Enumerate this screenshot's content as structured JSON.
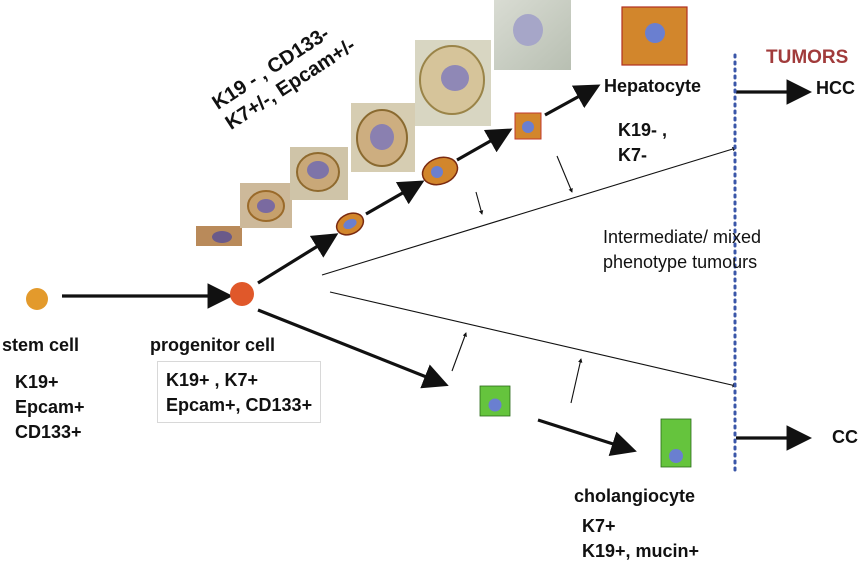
{
  "title": "TUMORS",
  "cells": {
    "stem": {
      "label": "stem cell",
      "markers": [
        "K19+",
        "Epcam+",
        "CD133+"
      ]
    },
    "progenitor": {
      "label": "progenitor cell",
      "markers": [
        "K19+ , K7+",
        "Epcam+, CD133+"
      ]
    },
    "hepatocyte": {
      "label": "Hepatocyte",
      "markers": [
        "K19- ,",
        "K7-"
      ]
    },
    "cholangiocyte": {
      "label": "cholangiocyte",
      "markers": [
        "K7+",
        "K19+, mucin+"
      ]
    }
  },
  "transition_markers": [
    "K19 - , CD133-",
    "K7+/-, Epcam+/-"
  ],
  "tumours": {
    "hcc": "HCC",
    "cc": "CC",
    "mixed": [
      "Intermediate/ mixed",
      "phenotype tumours"
    ]
  },
  "colors": {
    "stem_cell": "#e39a2c",
    "progenitor_cell": "#e0582a",
    "hepatocyte": "#d2862c",
    "cholangiocyte": "#65c43d",
    "nucleus": "#6a7fd0",
    "tumors_heading": "#a13b3b",
    "divider": "#3a56a8"
  }
}
